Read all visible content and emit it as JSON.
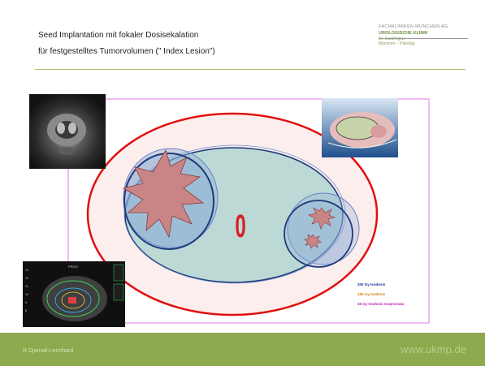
{
  "slide": {
    "title_line1": "Seed Implantation mit fokaler  Dosisekalation",
    "title_line2": "für festgestelltes Tumorvolumen (\" Index Lesion\")"
  },
  "logo": {
    "line1": "FACHKLINIKEN MÜNCHEN AG",
    "line2": "UROLOGISCHE KLINIK",
    "line3": "Dr. Castringius",
    "line4": "München – Planegg"
  },
  "legend": [
    {
      "label": "200 Gy Isodosis",
      "color": "#1b2e9a"
    },
    {
      "label": "150 Gy Isodosis",
      "color": "#d4800a"
    },
    {
      "label": "45 Gy Isodosis Isoprostata",
      "color": "#b81fb8"
    }
  ],
  "diagram": {
    "center_label": "0"
  },
  "footer": {
    "author": "R Djamali-Leonhard",
    "url": "www.ukmp.de"
  },
  "colors": {
    "accent_green": "#8dab4e",
    "outer_ellipse": "#e01010",
    "prostate_fill": "#bcd9d6",
    "lesion_fill": "#c98585"
  }
}
